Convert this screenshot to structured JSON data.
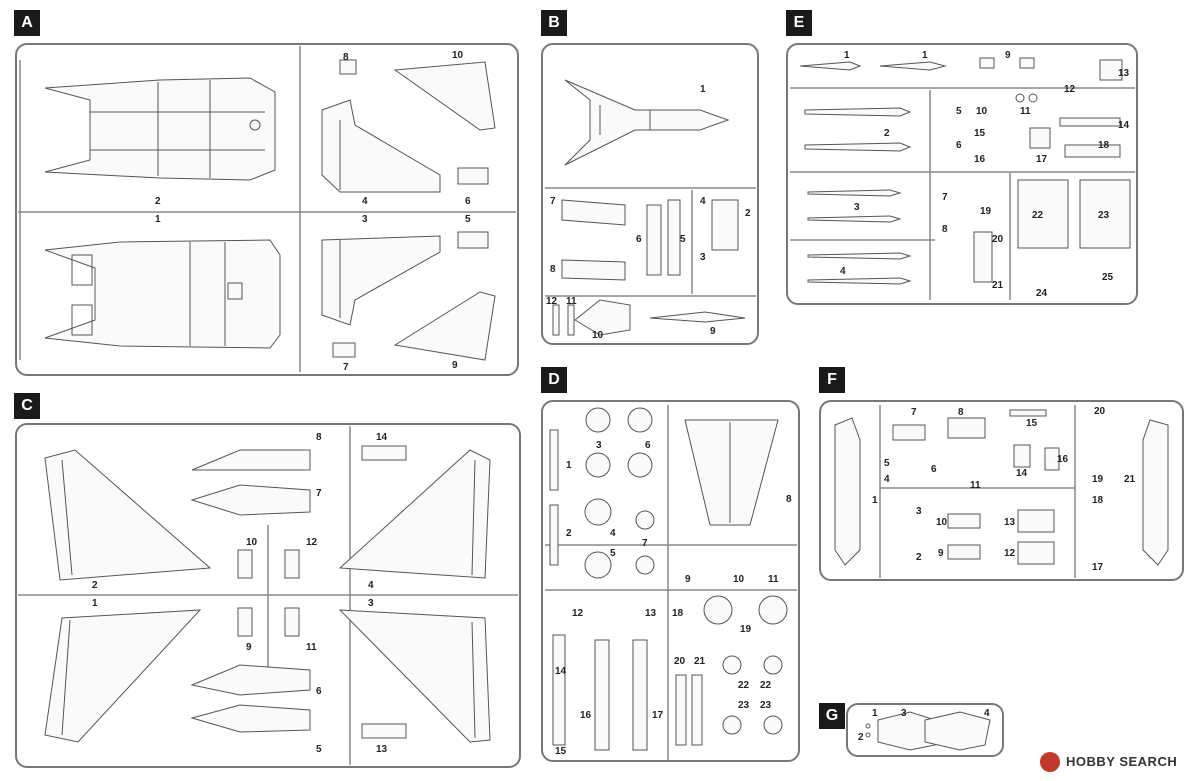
{
  "sprues": [
    {
      "letter": "A",
      "parts": [
        "1",
        "2",
        "3",
        "4",
        "5",
        "6",
        "7",
        "8",
        "9",
        "10"
      ]
    },
    {
      "letter": "B",
      "parts": [
        "1",
        "2",
        "3",
        "4",
        "5",
        "6",
        "7",
        "8",
        "9",
        "10",
        "11",
        "12"
      ]
    },
    {
      "letter": "C",
      "parts": [
        "1",
        "2",
        "3",
        "4",
        "5",
        "6",
        "7",
        "8",
        "9",
        "10",
        "11",
        "12",
        "13",
        "14"
      ]
    },
    {
      "letter": "D",
      "parts": [
        "1",
        "2",
        "3",
        "4",
        "5",
        "6",
        "7",
        "8",
        "9",
        "10",
        "11",
        "12",
        "13",
        "14",
        "15",
        "16",
        "17",
        "18",
        "19",
        "20",
        "21",
        "22",
        "23"
      ]
    },
    {
      "letter": "E",
      "parts": [
        "1",
        "2",
        "3",
        "4",
        "5",
        "6",
        "7",
        "8",
        "9",
        "10",
        "11",
        "12",
        "13",
        "14",
        "15",
        "16",
        "17",
        "18",
        "19",
        "20",
        "21",
        "22",
        "23",
        "24",
        "25"
      ]
    },
    {
      "letter": "F",
      "parts": [
        "1",
        "2",
        "3",
        "4",
        "5",
        "6",
        "7",
        "8",
        "9",
        "10",
        "11",
        "12",
        "13",
        "14",
        "15",
        "16",
        "17",
        "18",
        "19",
        "20",
        "21"
      ]
    },
    {
      "letter": "G",
      "parts": [
        "1",
        "2",
        "3",
        "4"
      ]
    }
  ],
  "watermark": {
    "brand": "HOBBY SEARCH",
    "logo": "hobbysearch-logo-icon"
  },
  "colors": {
    "line": "#555555",
    "tile": "#1a1a1a",
    "frame": "#777777"
  }
}
